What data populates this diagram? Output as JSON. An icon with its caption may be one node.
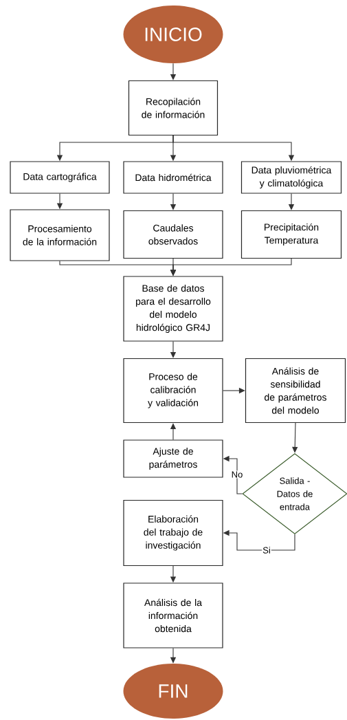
{
  "diagram": {
    "nodes": [
      {
        "text": [
          "INICIO"
        ]
      },
      {
        "text": [
          "Recopilación de información"
        ]
      },
      {
        "text": [
          "Data cartográfica"
        ]
      },
      {
        "text": [
          "Data hidrométrica"
        ]
      },
      {
        "text": [
          "Data pluviométrica y climatológica"
        ]
      },
      {
        "text": [
          "Procesamiento de la información"
        ]
      },
      {
        "text": [
          "Caudales observados"
        ]
      },
      {
        "text": [
          "Precipitación Temperatura"
        ]
      },
      {
        "text": [
          "Base de datos para el desarrollo del modelo hidrológico GR4J"
        ]
      },
      {
        "text": [
          "Proceso de calibración y validación"
        ]
      },
      {
        "text": [
          "Análisis de sensibilidad de parámetros del modelo"
        ]
      },
      {
        "text": [
          "Ajuste de parámetros"
        ]
      },
      {
        "text": [
          "Salida - Datos de entrada"
        ]
      },
      {
        "text": [
          "Elaboración del trabajo de investigación"
        ]
      },
      {
        "text": [
          "Análisis de la información obtenida"
        ]
      },
      {
        "text": [
          "FIN"
        ]
      }
    ],
    "edges": [
      {
        "from": 0,
        "to": 1,
        "arrow": "to"
      },
      {
        "from": 1,
        "to": 2,
        "arrow": "to"
      },
      {
        "from": 1,
        "to": 3,
        "arrow": "to"
      },
      {
        "from": 1,
        "to": 4,
        "arrow": "to"
      },
      {
        "from": 2,
        "to": 5,
        "arrow": "to"
      },
      {
        "from": 3,
        "to": 6,
        "arrow": "to"
      },
      {
        "from": 4,
        "to": 7,
        "arrow": "to"
      },
      {
        "from": 5,
        "to": 8,
        "arrow": "to"
      },
      {
        "from": 6,
        "to": 8,
        "arrow": "to"
      },
      {
        "from": 7,
        "to": 8,
        "arrow": "to"
      },
      {
        "from": 8,
        "to": 9,
        "arrow": "to"
      },
      {
        "from": 9,
        "to": 10,
        "arrow": "to"
      },
      {
        "from": 10,
        "to": 12,
        "arrow": "to"
      },
      {
        "from": 12,
        "to": 11,
        "arrow": "to",
        "label": "No"
      },
      {
        "from": 11,
        "to": 9,
        "arrow": "to"
      },
      {
        "from": 12,
        "to": 13,
        "arrow": "to",
        "label": "Si"
      },
      {
        "from": 13,
        "to": 14,
        "arrow": "to"
      },
      {
        "from": 14,
        "to": 15,
        "arrow": "to"
      }
    ]
  }
}
